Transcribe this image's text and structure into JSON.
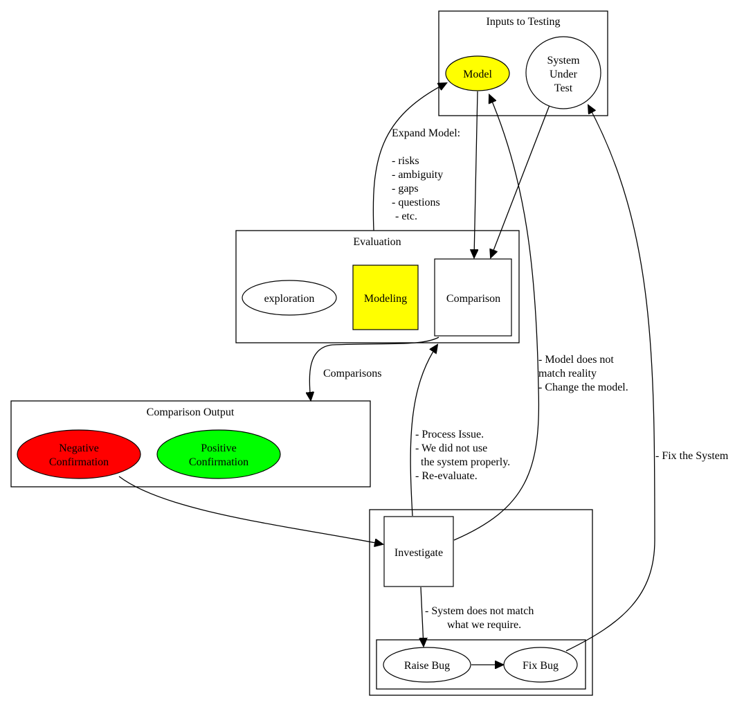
{
  "clusters": {
    "inputs": {
      "label": "Inputs to Testing"
    },
    "evaluation": {
      "label": "Evaluation"
    },
    "comparison_output": {
      "label": "Comparison Output"
    },
    "investigation": {
      "label": ""
    },
    "bug": {
      "label": ""
    }
  },
  "nodes": {
    "model": {
      "label": "Model",
      "fill": "#ffff00"
    },
    "sut": {
      "lines": [
        "System",
        "Under",
        "Test"
      ]
    },
    "exploration": {
      "label": "exploration"
    },
    "modeling": {
      "label": "Modeling",
      "fill": "#ffff00"
    },
    "comparison": {
      "label": "Comparison"
    },
    "negative": {
      "lines": [
        "Negative",
        "Confirmation"
      ],
      "fill": "#ff0000"
    },
    "positive": {
      "lines": [
        "Positive",
        "Confirmation"
      ],
      "fill": "#00ff00"
    },
    "investigate": {
      "label": "Investigate"
    },
    "raise_bug": {
      "label": "Raise Bug"
    },
    "fix_bug": {
      "label": "Fix Bug"
    }
  },
  "edges": {
    "expand_model": {
      "lines": [
        "Expand Model:",
        "",
        "- risks",
        "- ambiguity",
        "- gaps",
        "- questions",
        " - etc."
      ]
    },
    "comparisons": {
      "label": "Comparisons"
    },
    "model_mismatch": {
      "lines": [
        "- Model does not",
        " match reality",
        "- Change the model."
      ]
    },
    "process_issue": {
      "lines": [
        "- Process Issue.",
        "- We did not use",
        "  the system properly.",
        "- Re-evaluate."
      ]
    },
    "fix_system": {
      "label": "- Fix the System"
    },
    "system_mismatch": {
      "lines": [
        "- System does not match",
        "    what we require."
      ]
    }
  }
}
